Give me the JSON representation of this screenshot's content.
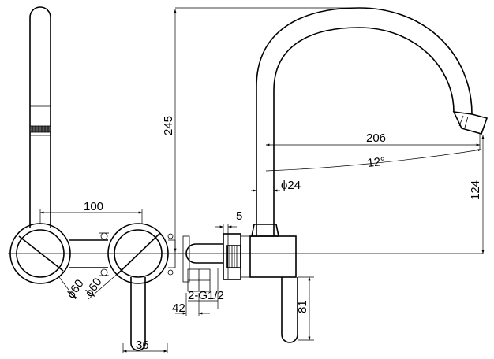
{
  "dimensions": {
    "d100": "100",
    "d245": "245",
    "d206": "206",
    "d12deg": "12°",
    "d124": "124",
    "d24": "ϕ24",
    "d5": "5",
    "dG12": "2-G1/2",
    "d81": "81",
    "d42": "42",
    "d36": "36",
    "d60a": "ϕ60",
    "d60b": "ϕ60"
  }
}
